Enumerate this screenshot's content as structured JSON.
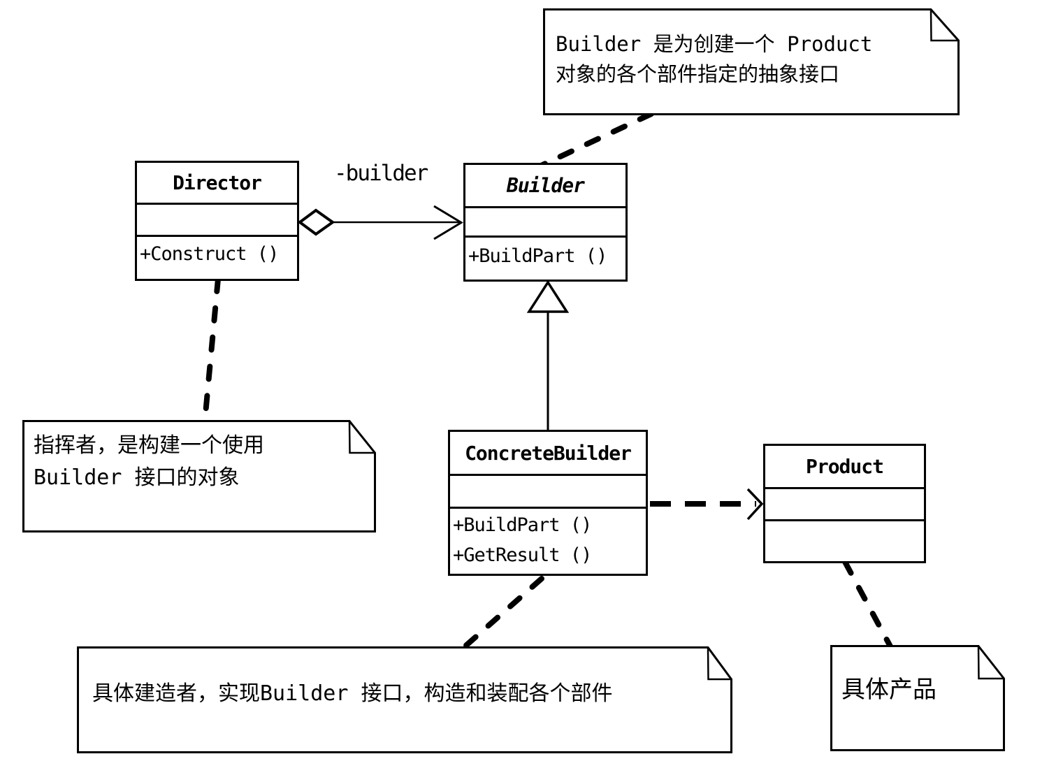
{
  "diagram": {
    "type": "uml-class-diagram",
    "pattern": "Builder"
  },
  "classes": {
    "director": {
      "name": "Director",
      "methods": [
        "+Construct ()"
      ]
    },
    "builder": {
      "name": "Builder",
      "abstract": true,
      "methods": [
        "+BuildPart ()"
      ]
    },
    "concrete_builder": {
      "name": "ConcreteBuilder",
      "methods": [
        "+BuildPart ()",
        "+GetResult ()"
      ]
    },
    "product": {
      "name": "Product",
      "methods": []
    }
  },
  "relationships": [
    {
      "type": "aggregation",
      "from": "Director",
      "to": "Builder",
      "label": "-builder"
    },
    {
      "type": "generalization",
      "from": "ConcreteBuilder",
      "to": "Builder"
    },
    {
      "type": "dependency",
      "from": "ConcreteBuilder",
      "to": "Product"
    }
  ],
  "notes": {
    "builder_note": {
      "attached_to": "Builder",
      "lines": [
        "Builder 是为创建一个 Product",
        "对象的各个部件指定的抽象接口"
      ]
    },
    "director_note": {
      "attached_to": "Director",
      "lines": [
        "指挥者，是构建一个使用",
        "Builder 接口的对象"
      ]
    },
    "concrete_builder_note": {
      "attached_to": "ConcreteBuilder",
      "lines": [
        "具体建造者，实现Builder 接口，构造和装配各个部件"
      ]
    },
    "product_note": {
      "attached_to": "Product",
      "lines": [
        "具体产品"
      ]
    }
  },
  "colors": {
    "line": "#000000",
    "background": "#ffffff"
  }
}
